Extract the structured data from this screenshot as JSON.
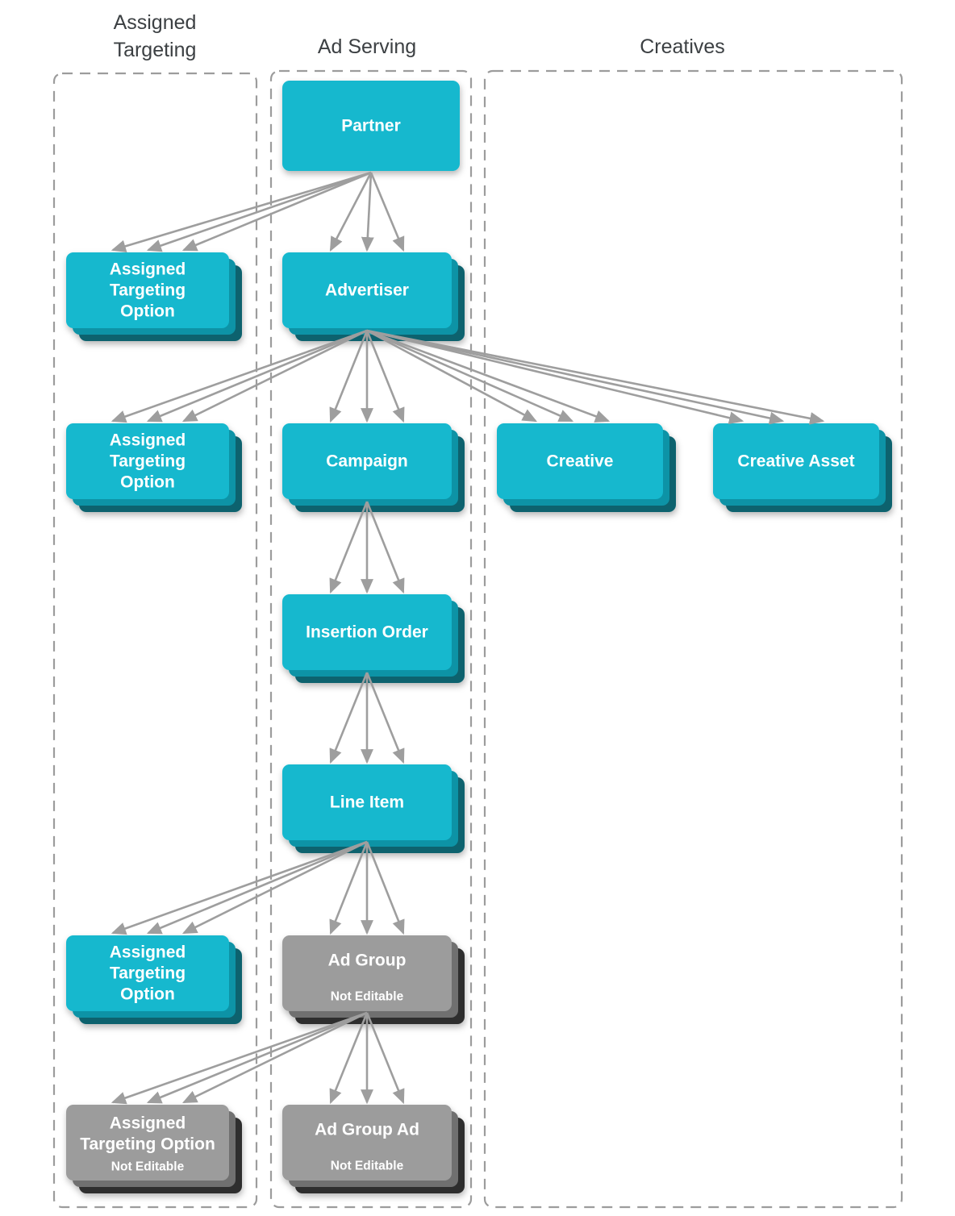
{
  "columns": [
    {
      "id": "assigned-targeting",
      "title_lines": [
        "Assigned",
        "Targeting"
      ]
    },
    {
      "id": "ad-serving",
      "title": "Ad Serving"
    },
    {
      "id": "creatives",
      "title": "Creatives"
    }
  ],
  "nodes": {
    "partner": {
      "label": "Partner"
    },
    "assigned_targeting_option_partner": {
      "lines": [
        "Assigned",
        "Targeting",
        "Option"
      ]
    },
    "advertiser": {
      "label": "Advertiser"
    },
    "assigned_targeting_option_advertiser": {
      "lines": [
        "Assigned",
        "Targeting",
        "Option"
      ]
    },
    "campaign": {
      "label": "Campaign"
    },
    "creative": {
      "label": "Creative"
    },
    "creative_asset": {
      "label": "Creative Asset"
    },
    "insertion_order": {
      "label": "Insertion Order"
    },
    "line_item": {
      "label": "Line Item"
    },
    "assigned_targeting_option_line_item": {
      "lines": [
        "Assigned",
        "Targeting",
        "Option"
      ]
    },
    "ad_group": {
      "label": "Ad Group",
      "sublabel": "Not Editable"
    },
    "assigned_targeting_option_ad_group": {
      "lines": [
        "Assigned",
        "Targeting Option"
      ],
      "sublabel": "Not Editable"
    },
    "ad_group_ad": {
      "label": "Ad Group Ad",
      "sublabel": "Not Editable"
    }
  },
  "colors": {
    "teal": "#12b8ce",
    "teal_mid": "#0d93a6",
    "teal_dark": "#0a626e",
    "gray": "#9c9c9c",
    "gray_mid": "#6f6f6f",
    "gray_dark": "#2d2d2d",
    "arrow": "#9e9e9e",
    "dash": "#9c9c9c",
    "header": "#3c4043",
    "label": "#ffffff"
  }
}
